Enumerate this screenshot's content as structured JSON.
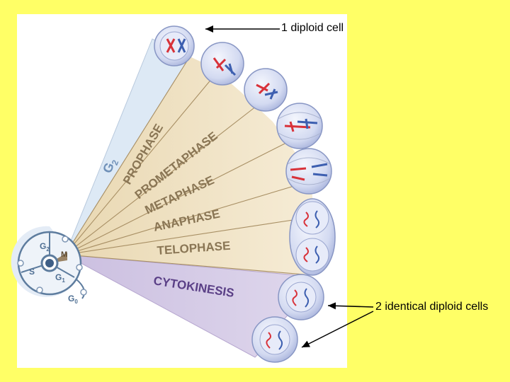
{
  "phases": {
    "g2": "G",
    "g2_sub": "2",
    "prophase": "PROPHASE",
    "prometaphase": "PROMETAPHASE",
    "metaphase": "METAPHASE",
    "anaphase": "ANAPHASE",
    "telophase": "TELOPHASE",
    "cytokinesis": "CYTOKINESIS"
  },
  "cycle": {
    "g2": "G",
    "g2_sub": "2",
    "s": "S",
    "g1": "G",
    "g1_sub": "1",
    "m": "M",
    "g0": "G",
    "g0_sub": "0"
  },
  "annotations": {
    "top": "1 diploid cell",
    "bottom": "2 identical diploid cells"
  },
  "colors": {
    "background": "#ffff66",
    "panel": "#ffffff",
    "g2_wedge": "#dde9f5",
    "mitosis_wedge": "#f1e4c8",
    "cytokinesis_wedge": "#d8cde6",
    "phase_text": "#8a7655",
    "g2_text": "#6f90b8",
    "cytokinesis_text": "#5a3f86",
    "cell_fill": "#d5dcf3",
    "cell_edge": "#8896c4",
    "red_chrom": "#d8323a",
    "blue_chrom": "#3d5fb0"
  }
}
